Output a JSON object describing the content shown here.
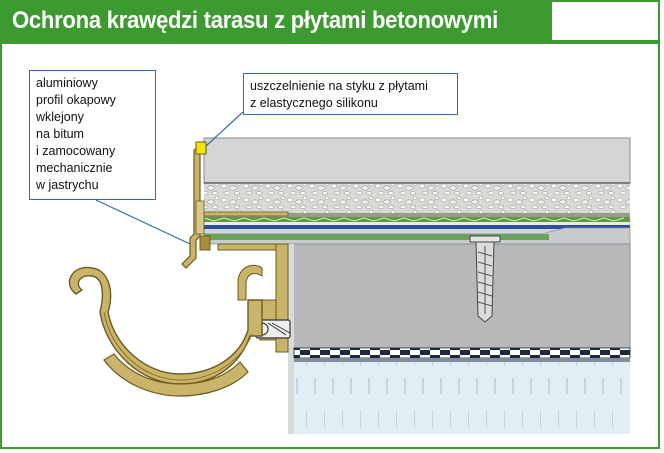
{
  "title": "Ochrona krawędzi tarasu z płytami betonowymi",
  "callouts": {
    "profile_lines": [
      "aluminiowy",
      "profil okapowy",
      "wklejony",
      "na bitum",
      "i zamocowany",
      "mechanicznie",
      "w jastrychu"
    ],
    "seal_lines": [
      "uszczelnienie na styku z płytami",
      "z elastycznego silikonu"
    ]
  },
  "colors": {
    "frame_green": "#3d9a30",
    "callout_blue": "#2a6fb0",
    "gutter_gold": "#b8a25a",
    "slab_gray": "#d4d6d4",
    "wall_gray": "#b6b8ba",
    "seal_yellow": "#f2e600"
  }
}
